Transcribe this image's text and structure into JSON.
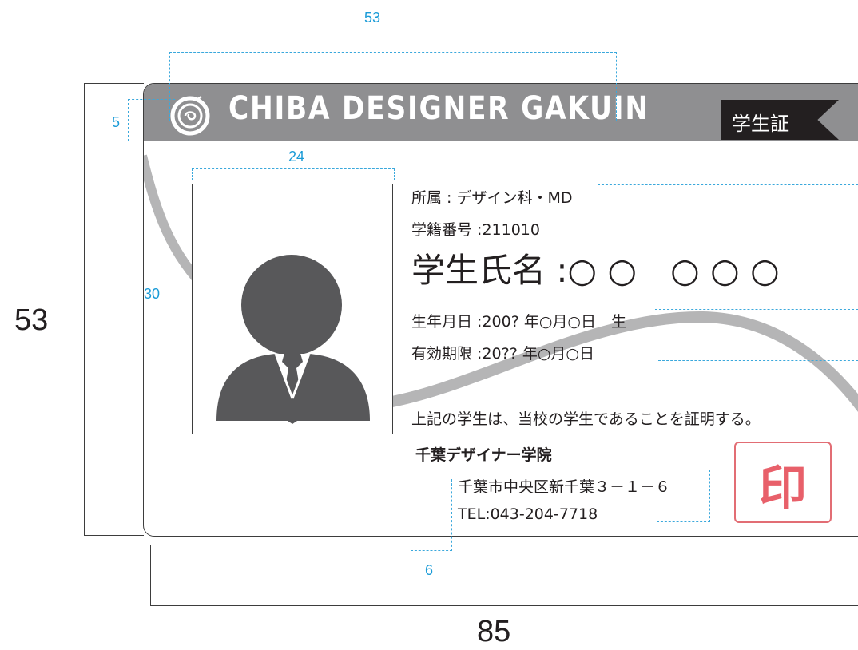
{
  "dimensions": {
    "top_width": "53",
    "header_height": "5",
    "photo_width": "24",
    "photo_height": "30",
    "card_height": "53",
    "address_indent": "6",
    "card_width": "85"
  },
  "card": {
    "school_name": "CHIBA DESIGNER GAKUIN",
    "badge": "学生証",
    "fields": {
      "affiliation": "所属 : デザイン科・MD",
      "student_id": "学籍番号 :211010",
      "name": "学生氏名 :○ ○　○ ○ ○",
      "birthdate": "生年月日 :200? 年○月○日　生",
      "expiry": "有効期限 :20?? 年○月○日"
    },
    "certification": "上記の学生は、当校の学生であることを証明する。",
    "school_name_jp": "千葉デザイナー学院",
    "address": "千葉市中央区新千葉３－１－６",
    "tel": "TEL:043-204-7718",
    "seal": "印"
  },
  "colors": {
    "header": "#8f8f91",
    "badge": "#231f20",
    "seal": "#e8606a",
    "annotation": "#1a9bd7",
    "swoosh": "#b5b5b6",
    "silhouette": "#58585a"
  },
  "icons": {
    "logo": "circular-chiba-logo-icon",
    "photo": "person-silhouette-icon"
  }
}
